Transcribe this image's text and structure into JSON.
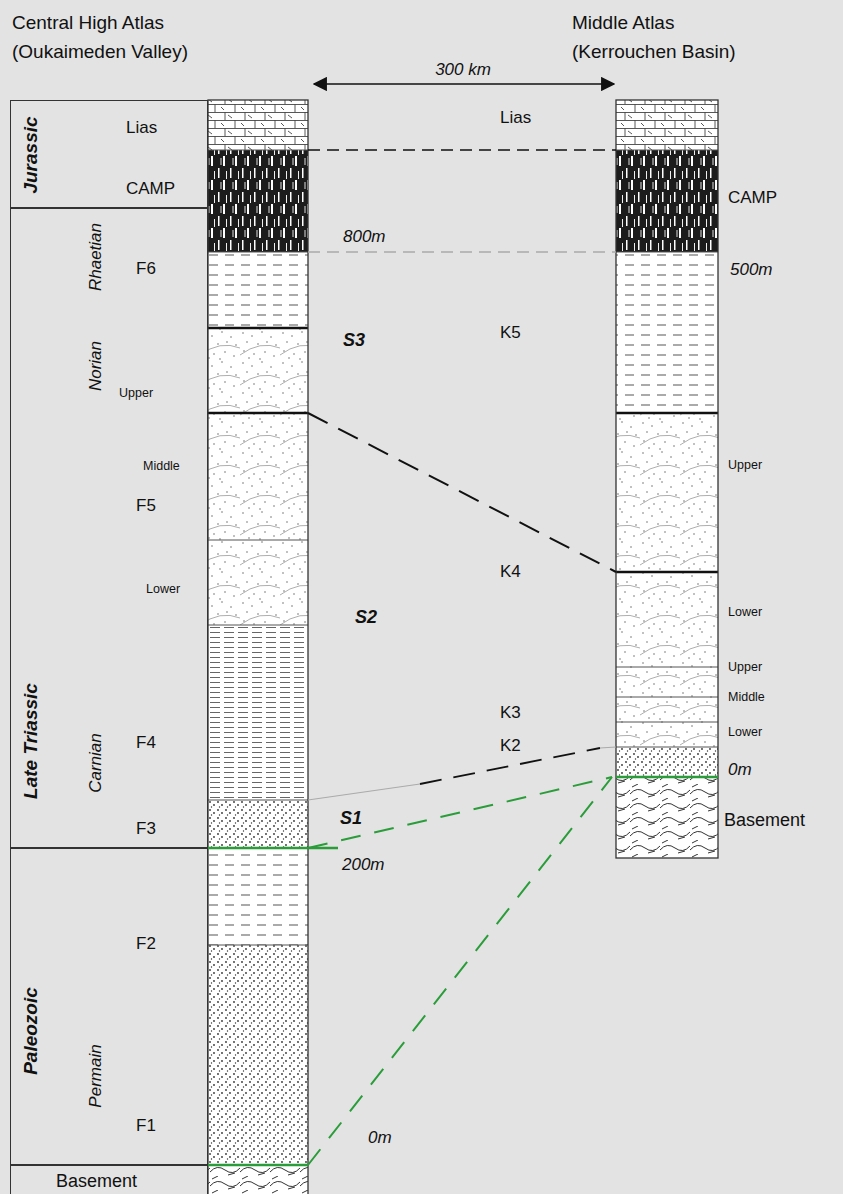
{
  "diagram": {
    "nodes": [
      {
        "text": [
          "Jurassic",
          "Lias",
          "CAMP"
        ]
      },
      {
        "text": [
          "Late Triassic",
          "Rhaetian",
          "F6",
          "Norian",
          "Upper",
          "Middle",
          "F5",
          "Lower",
          "Carnian",
          "F4",
          "F3"
        ]
      },
      {
        "text": [
          "Paleozoic",
          "Permain",
          "F2",
          "F1"
        ]
      },
      {
        "text": [
          "Basement"
        ]
      }
    ],
    "labels": [
      "Central High Atlas (Oukaimeden Valley)",
      "Middle Atlas (Kerrouchen Basin)",
      "300 km",
      "Lias",
      "CAMP",
      "800m",
      "500m",
      "S3",
      "K5",
      "Upper",
      "K4",
      "S2",
      "Lower",
      "Upper",
      "Middle",
      "K3",
      "Lower",
      "K2",
      "0m",
      "S1",
      "Basement",
      "200m",
      "0m"
    ]
  }
}
